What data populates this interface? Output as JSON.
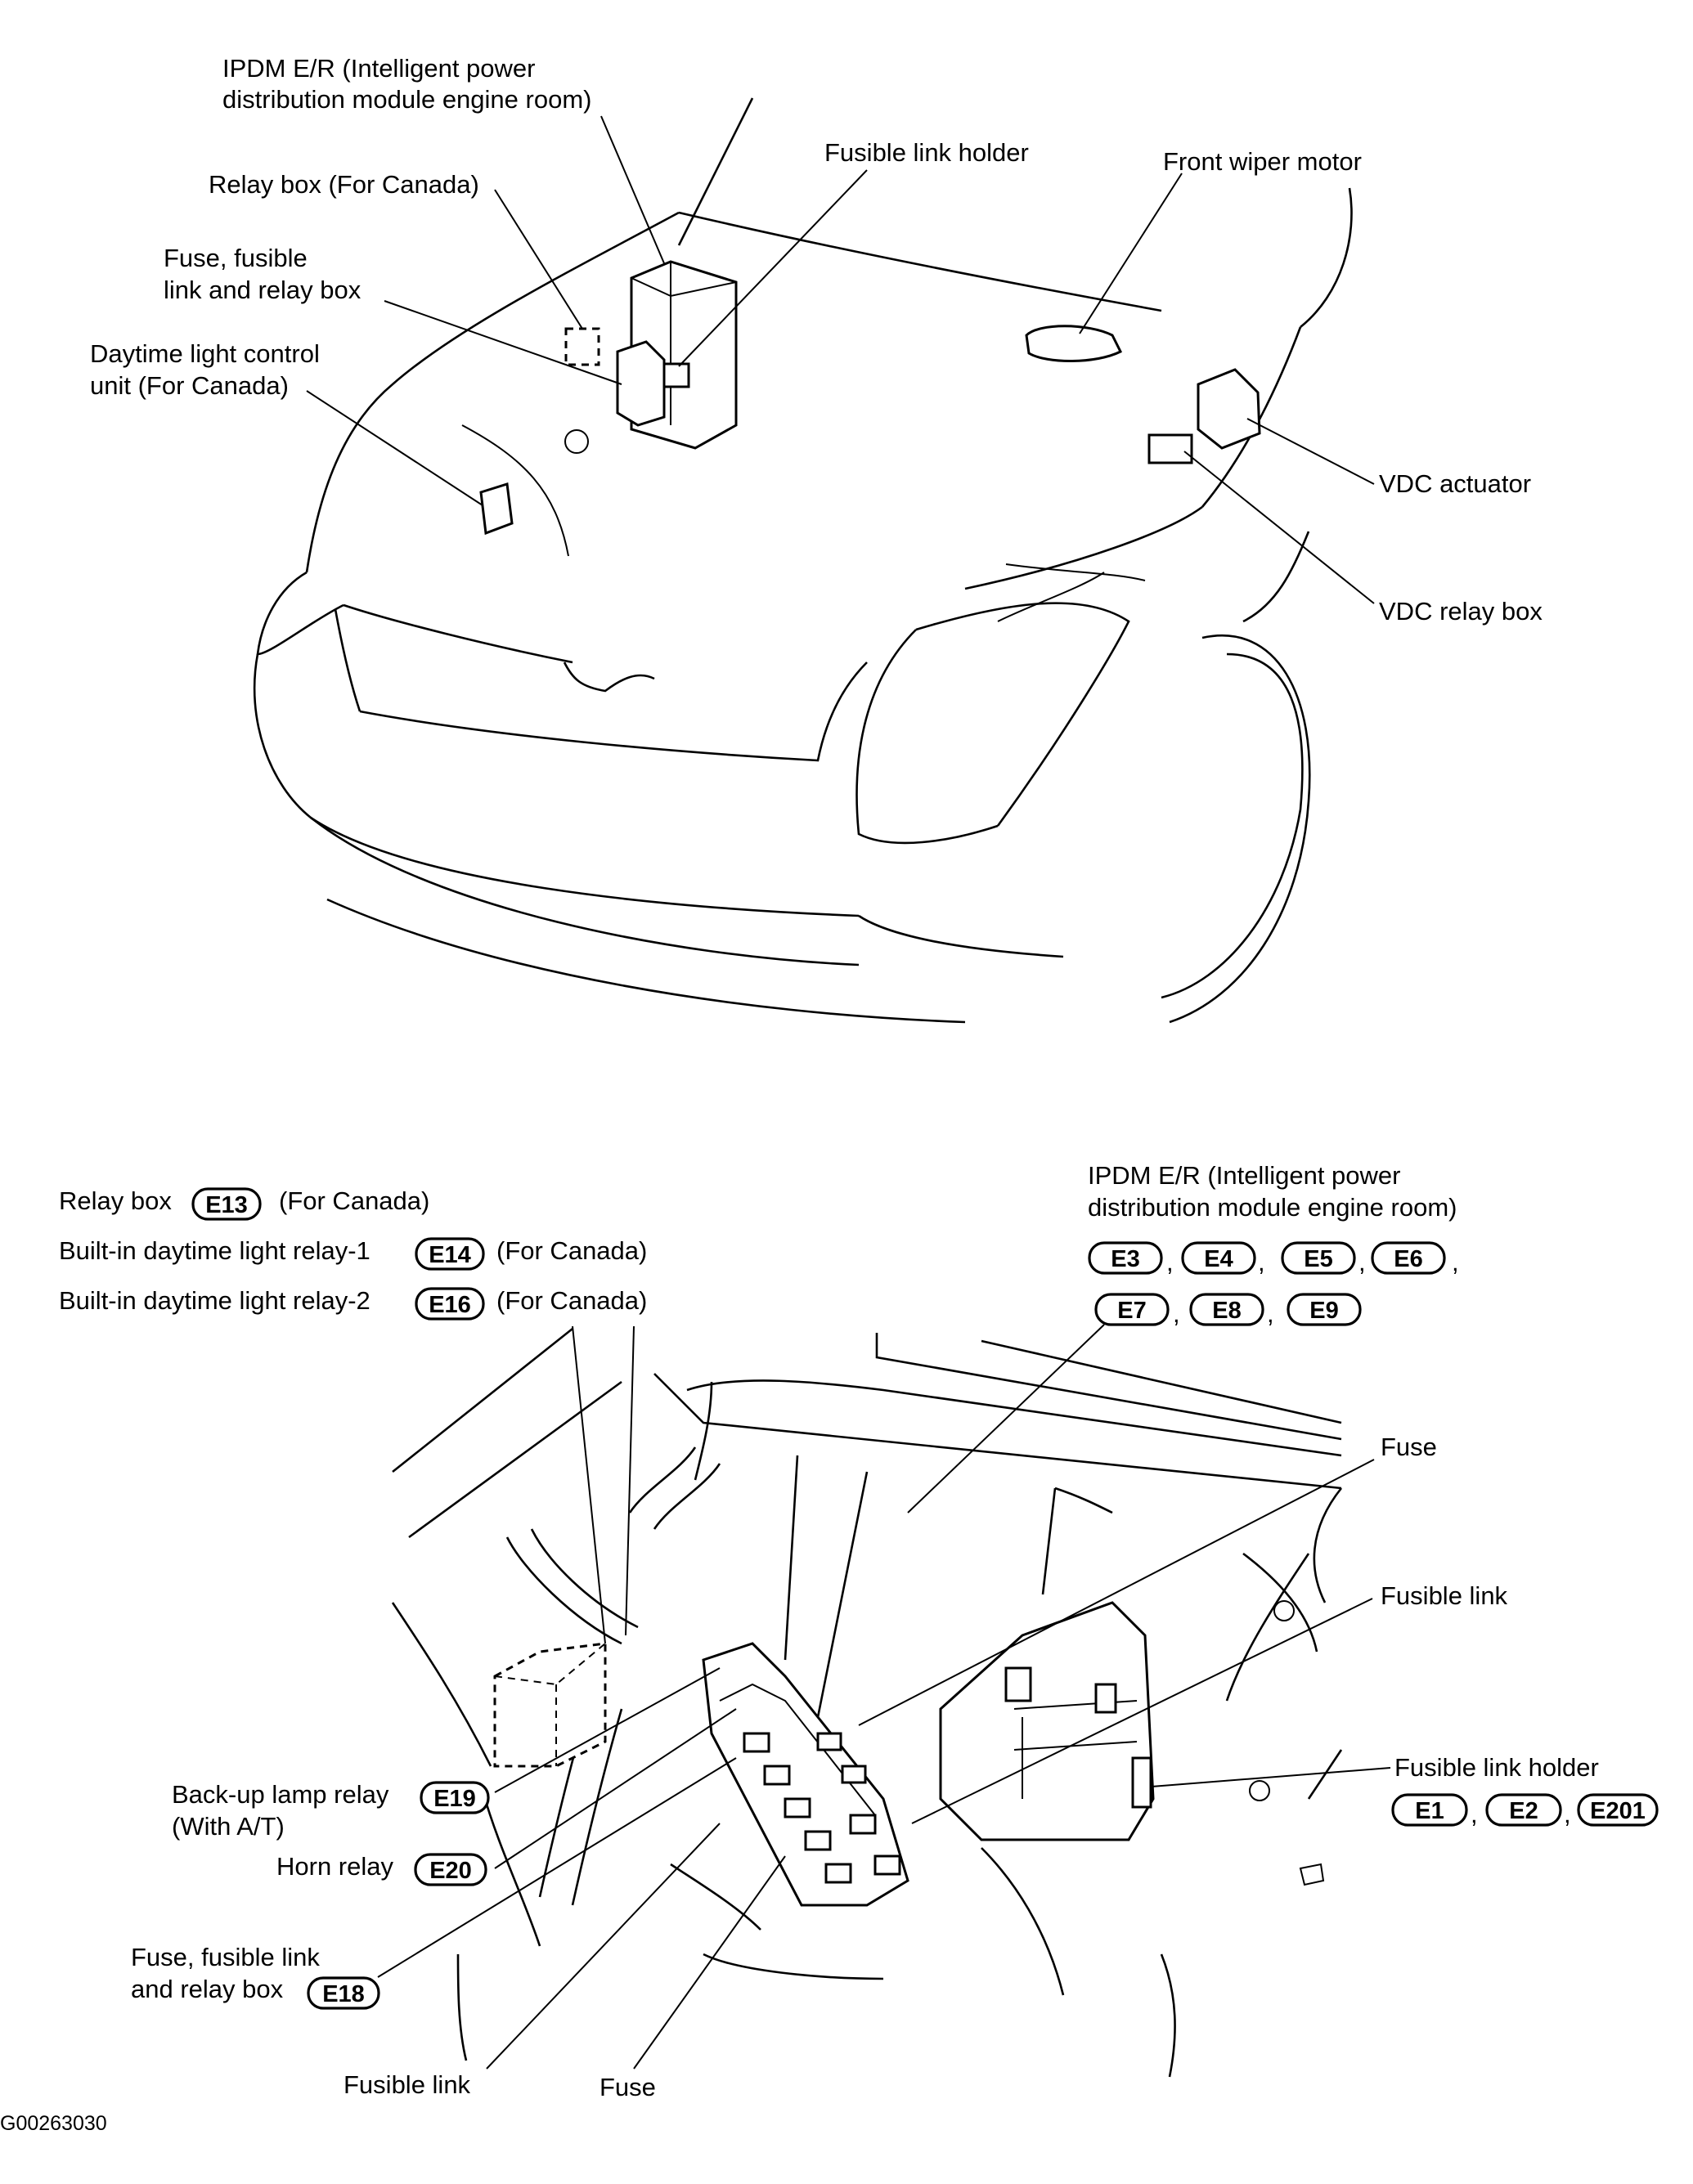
{
  "top_view": {
    "labels": {
      "ipdm_line1": "IPDM E/R (Intelligent power",
      "ipdm_line2": "distribution module engine room)",
      "relay_box": "Relay box (For Canada)",
      "fusible_link_holder": "Fusible link holder",
      "front_wiper_motor": "Front wiper motor",
      "fuse_box_line1": "Fuse, fusible",
      "fuse_box_line2": "link and relay box",
      "daytime_line1": "Daytime light control",
      "daytime_line2": "unit (For Canada)",
      "vdc_actuator": "VDC actuator",
      "vdc_relay_box": "VDC relay box"
    }
  },
  "bottom_view": {
    "labels": {
      "relay_box_pre": "Relay box",
      "relay_box_post": "(For Canada)",
      "relay1_pre": "Built-in daytime light relay-1",
      "relay1_post": "(For Canada)",
      "relay2_pre": "Built-in daytime light relay-2",
      "relay2_post": "(For Canada)",
      "ipdm_line1": "IPDM E/R (Intelligent power",
      "ipdm_line2": "distribution module engine room)",
      "comma": ",",
      "fuse_right": "Fuse",
      "fusible_link_right": "Fusible link",
      "fusible_link_holder": "Fusible link holder",
      "backup_line1": "Back-up lamp relay",
      "backup_line2": "(With A/T)",
      "horn_relay": "Horn relay",
      "fuse_box_line1": "Fuse, fusible link",
      "fuse_box_line2": "and relay box",
      "fusible_link_bottom": "Fusible link",
      "fuse_bottom": "Fuse"
    },
    "connectors": {
      "relay_box": "E13",
      "relay1": "E14",
      "relay2": "E16",
      "ipdm": [
        "E3",
        "E4",
        "E5",
        "E6",
        "E7",
        "E8",
        "E9"
      ],
      "fusible_link_holder": [
        "E1",
        "E2",
        "E201"
      ],
      "backup": "E19",
      "horn": "E20",
      "fuse_box": "E18"
    }
  },
  "figure_id": "G00263030"
}
